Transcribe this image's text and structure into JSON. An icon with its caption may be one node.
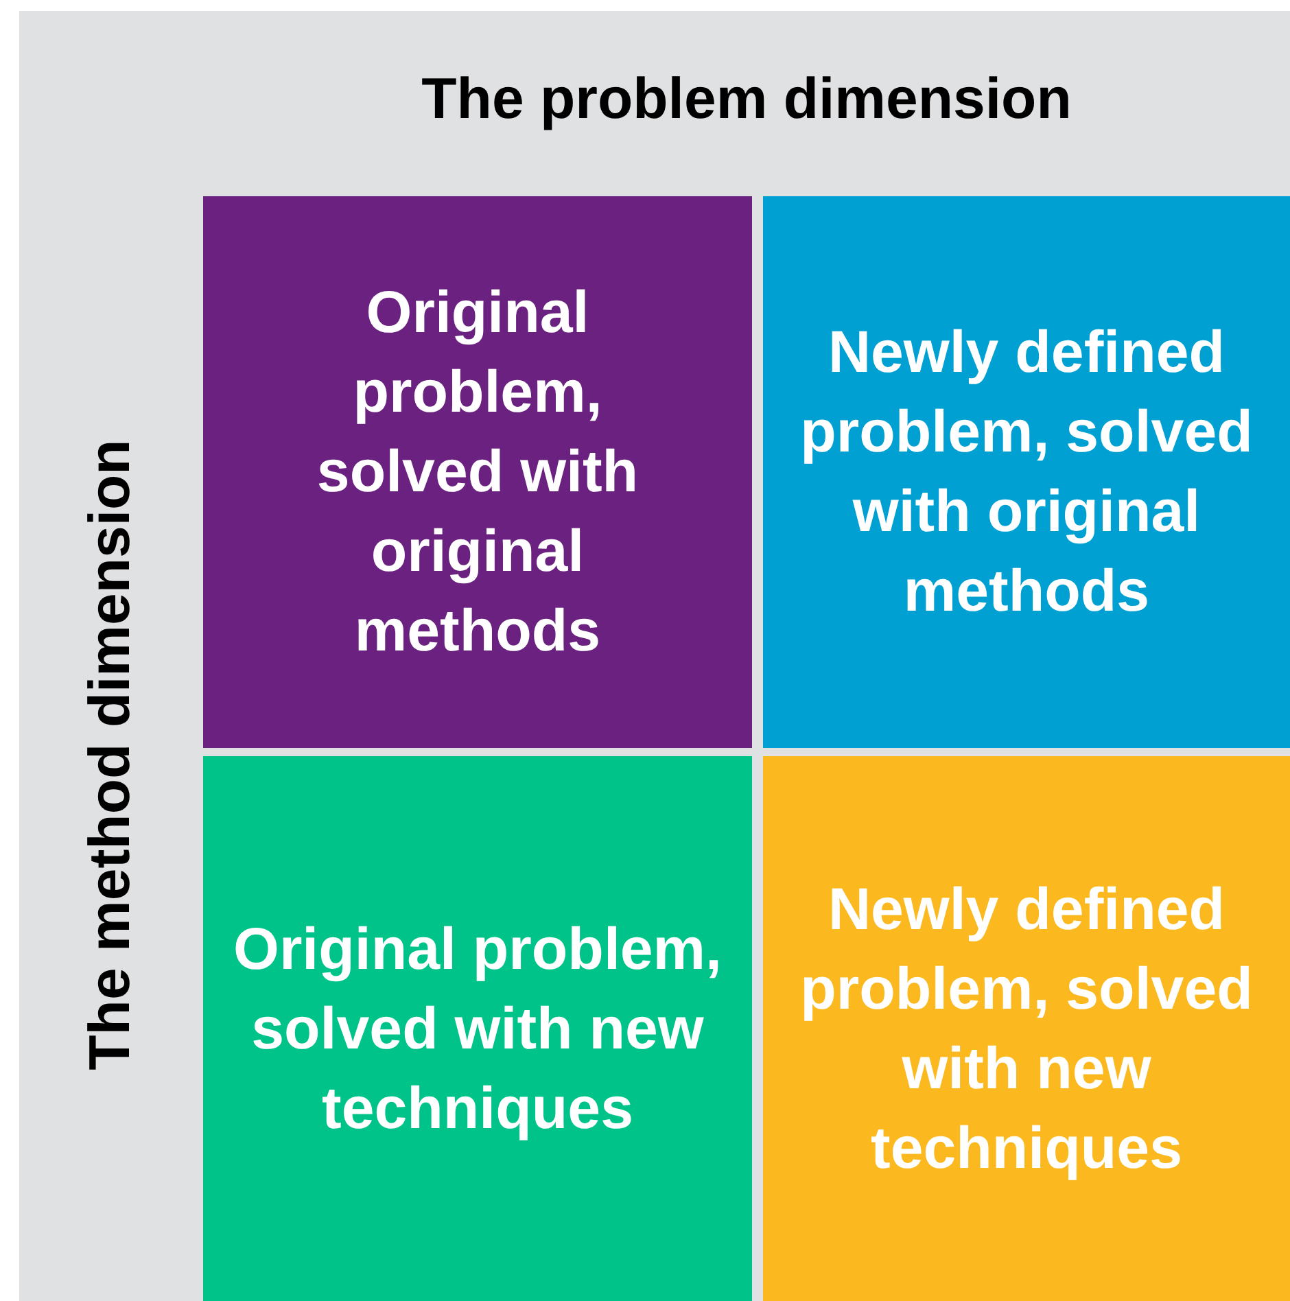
{
  "diagram": {
    "nodes": [
      {
        "text": [
          "Original problem, solved with original methods"
        ]
      },
      {
        "text": [
          "Newly defined problem, solved with original methods"
        ]
      },
      {
        "text": [
          "Original problem, solved with new techniques"
        ]
      },
      {
        "text": [
          "Newly defined problem, solved with new techniques"
        ]
      }
    ],
    "labels": [
      "The problem dimension",
      "The method dimension"
    ]
  }
}
